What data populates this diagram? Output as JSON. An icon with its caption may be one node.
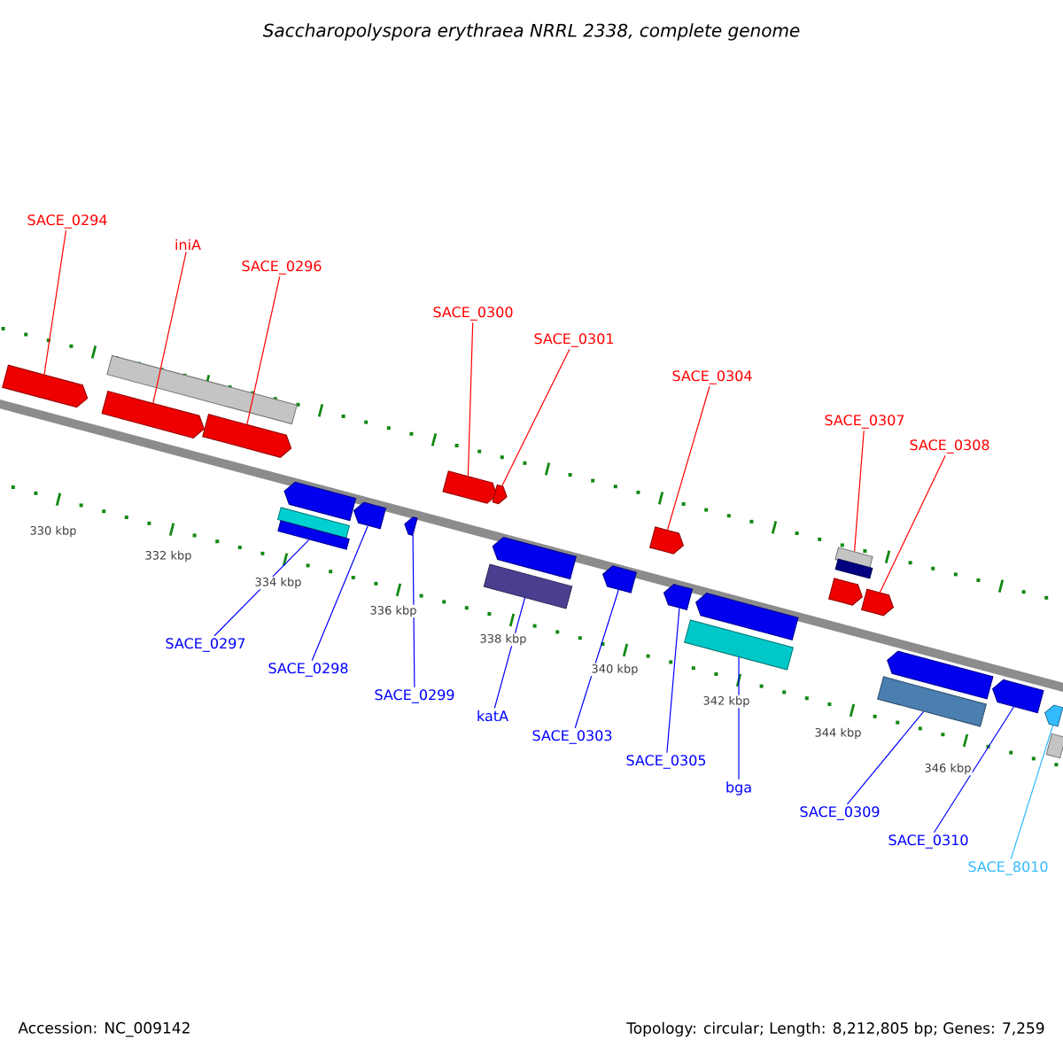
{
  "diagram": {
    "title": "Saccharopolyspora erythraea NRRL 2338, complete genome",
    "nodes": [
      {
        "text": [
          "SACE_0294"
        ]
      },
      {
        "text": [
          "iniA"
        ]
      },
      {
        "text": [
          "SACE_0296"
        ]
      },
      {
        "text": [
          "SACE_0300"
        ]
      },
      {
        "text": [
          "SACE_0301"
        ]
      },
      {
        "text": [
          "SACE_0304"
        ]
      },
      {
        "text": [
          "SACE_0307"
        ]
      },
      {
        "text": [
          "SACE_0308"
        ]
      },
      {
        "text": [],
        "shape": "pentagon"
      },
      {
        "text": [],
        "shape": "box"
      },
      {
        "text": [],
        "shape": "pentagon"
      },
      {
        "text": [],
        "shape": "pentagon"
      },
      {
        "text": [],
        "shape": "pentagon"
      },
      {
        "text": [],
        "shape": "pentagon"
      },
      {
        "text": [],
        "shape": "pentagon"
      },
      {
        "text": [],
        "shape": "box"
      },
      {
        "text": [],
        "shape": "box"
      },
      {
        "text": [],
        "shape": "pentagon"
      },
      {
        "text": [],
        "shape": "pentagon"
      },
      {
        "text": [],
        "shape": "pentagon"
      },
      {
        "text": [],
        "shape": "pentagon"
      },
      {
        "text": [],
        "shape": "pentagon"
      },
      {
        "text": [],
        "shape": "box"
      },
      {
        "text": [],
        "shape": "box"
      },
      {
        "text": [],
        "shape": "pentagon"
      },
      {
        "text": [],
        "shape": "box"
      },
      {
        "text": [],
        "shape": "pentagon"
      },
      {
        "text": [],
        "shape": "pentagon"
      },
      {
        "text": [],
        "shape": "pentagon"
      },
      {
        "text": [],
        "shape": "box"
      },
      {
        "text": [],
        "shape": "pentagon"
      },
      {
        "text": [],
        "shape": "box"
      },
      {
        "text": [],
        "shape": "pentagon"
      },
      {
        "text": [],
        "shape": "pentagon"
      },
      {
        "text": [],
        "shape": "box"
      },
      {
        "text": [
          "SACE_0297"
        ]
      },
      {
        "text": [
          "SACE_0298"
        ]
      },
      {
        "text": [
          "SACE_0299"
        ]
      },
      {
        "text": [
          "katA"
        ]
      },
      {
        "text": [
          "SACE_0303"
        ]
      },
      {
        "text": [
          "SACE_0305"
        ]
      },
      {
        "text": [
          "bga"
        ]
      },
      {
        "text": [
          "SACE_0309"
        ]
      },
      {
        "text": [
          "SACE_0310"
        ]
      },
      {
        "text": [
          "SACE_8010"
        ]
      }
    ],
    "edges": [
      {
        "from": 0,
        "to": 8,
        "arrow": "none",
        "color": "#ff0000"
      },
      {
        "from": 1,
        "to": 10,
        "arrow": "none",
        "color": "#ff0000"
      },
      {
        "from": 2,
        "to": 11,
        "arrow": "none",
        "color": "#ff0000"
      },
      {
        "from": 3,
        "to": 12,
        "arrow": "none",
        "color": "#ff0000"
      },
      {
        "from": 4,
        "to": 13,
        "arrow": "none",
        "color": "#ff0000"
      },
      {
        "from": 5,
        "to": 14,
        "arrow": "none",
        "color": "#ff0000"
      },
      {
        "from": 6,
        "to": 15,
        "arrow": "none",
        "color": "#ff0000"
      },
      {
        "from": 7,
        "to": 18,
        "arrow": "none",
        "color": "#ff0000"
      },
      {
        "from": 35,
        "to": 23,
        "arrow": "none"
      },
      {
        "from": 36,
        "to": 20,
        "arrow": "none"
      },
      {
        "from": 37,
        "to": 21,
        "arrow": "none"
      },
      {
        "from": 38,
        "to": 25,
        "arrow": "none"
      },
      {
        "from": 39,
        "to": 26,
        "arrow": "none"
      },
      {
        "from": 40,
        "to": 27,
        "arrow": "none"
      },
      {
        "from": 41,
        "to": 29,
        "arrow": "none"
      },
      {
        "from": 42,
        "to": 31,
        "arrow": "none"
      },
      {
        "from": 43,
        "to": 32,
        "arrow": "none"
      },
      {
        "from": 44,
        "to": 33,
        "arrow": "none",
        "color": "#33bbff"
      }
    ],
    "labels": [
      "330 kbp",
      "332 kbp",
      "334 kbp",
      "336 kbp",
      "338 kbp",
      "340 kbp",
      "342 kbp",
      "344 kbp",
      "346 kbp",
      "Accession: NC_009142",
      "Topology: circular; Length: 8,212,805 bp; Genes: 7,259"
    ]
  }
}
